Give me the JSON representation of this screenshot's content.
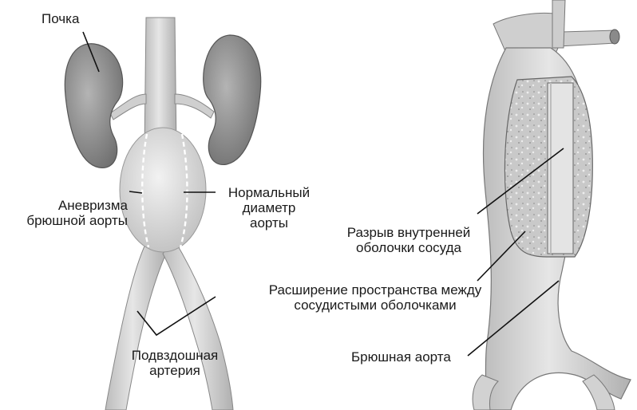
{
  "left_panel": {
    "kidney_label": "Почка",
    "aneurysm_label": [
      "Аневризма",
      "брюшной аорты"
    ],
    "normal_diameter_label": [
      "Нормальный",
      "диаметр",
      "аорты"
    ],
    "iliac_label": [
      "Подвздошная",
      "артерия"
    ]
  },
  "right_panel": {
    "intima_tear_label": [
      "Разрыв внутренней",
      "оболочки сосуда"
    ],
    "space_expansion_label": [
      "Расширение пространства между",
      "сосудистыми оболочками"
    ],
    "abdominal_aorta_label": "Брюшная аорта"
  },
  "colors": {
    "vessel_fill": "#d4d4d4",
    "kidney_fill": "#9a9a9a",
    "aneurysm_fill": "#e2e2e2",
    "dissection_fill": "#c6c6c6",
    "leader_line": "#111111"
  }
}
